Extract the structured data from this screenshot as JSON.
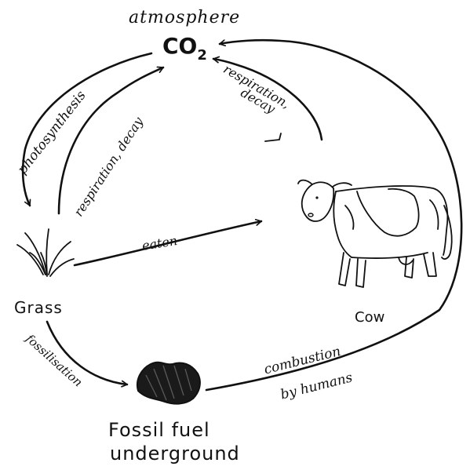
{
  "diagram": {
    "atmosphere_label": "atmosphere",
    "co2_main": "CO",
    "co2_sub": "2",
    "grass_label": "Grass",
    "cow_label": "Cow",
    "fossil_fuel_line1": "Fossil fuel",
    "fossil_fuel_line2": "underground",
    "arrows": {
      "photosynthesis": "photosynthesis",
      "respiration_decay_grass": "respiration, decay",
      "respiration_cow_line1": "respiration,",
      "respiration_cow_line2": "decay",
      "eaten": "eaten",
      "fossilisation": "fossilisation",
      "combustion_line1": "combustion",
      "combustion_line2": "by humans"
    }
  }
}
